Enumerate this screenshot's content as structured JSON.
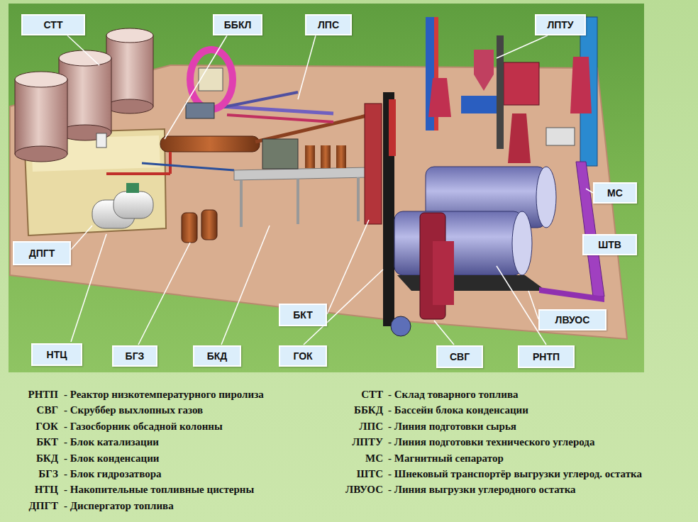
{
  "diagram": {
    "nodes": [
      {
        "text": [
          "СТТ"
        ]
      },
      {
        "text": [
          "ББКЛ"
        ]
      },
      {
        "text": [
          "ЛПС"
        ]
      },
      {
        "text": [
          "ЛПТУ"
        ]
      },
      {
        "text": [
          "МС"
        ]
      },
      {
        "text": [
          "ШТВ"
        ]
      },
      {
        "text": [
          "ДПГТ"
        ]
      },
      {
        "text": [
          "БКТ"
        ]
      },
      {
        "text": [
          "ЛВУОС"
        ]
      },
      {
        "text": [
          "НТЦ"
        ]
      },
      {
        "text": [
          "БГЗ"
        ]
      },
      {
        "text": [
          "БКД"
        ]
      },
      {
        "text": [
          "ГОК"
        ]
      },
      {
        "text": [
          "СВГ"
        ]
      },
      {
        "text": [
          "РНТП"
        ]
      }
    ],
    "labels": [
      "РНТП",
      "- Реактор низкотемпературного пиролиза",
      "СВГ",
      "- Скруббер выхлопных газов",
      "ГОК",
      "- Газосборник обсадной колонны",
      "БКТ",
      "- Блок катализации",
      "БКД",
      "- Блок конденсации",
      "БГЗ",
      "- Блок гидрозатвора",
      "НТЦ",
      "- Накопительные топливные цистерны",
      "ДПГТ",
      "- Диспергатор топлива",
      "СТТ",
      "- Склад товарного топлива",
      "ББКД",
      "- Бассейн блока конденсации",
      "ЛПС",
      "- Линия подготовки сырья",
      "ЛПТУ",
      "- Линия подготовки технического углерода",
      "МС",
      "- Магнитный сепаратор",
      "ШТС",
      "- Шнековый транспортёр выгрузки углерод. остатка",
      "ЛВУОС",
      "- Линия выгрузки углеродного остатка"
    ]
  }
}
